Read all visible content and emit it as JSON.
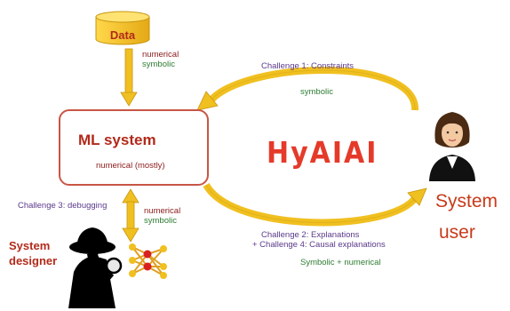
{
  "data_store": {
    "label": "Data"
  },
  "data_types": {
    "numerical": "numerical",
    "symbolic": "symbolic"
  },
  "ml_system": {
    "title": "ML system",
    "subtitle": "numerical (mostly)"
  },
  "lower_types": {
    "numerical": "numerical",
    "symbolic": "symbolic"
  },
  "challenges": {
    "c1": "Challenge 1: Constraints",
    "c1_type": "symbolic",
    "c2": "Challenge 2: Explanations",
    "c4": "+ Challenge 4: Causal explanations",
    "c24_type": "Symbolic + numerical",
    "c3": "Challenge 3: debugging"
  },
  "hyaiai": "HyAIAI",
  "system_user": {
    "line1": "System",
    "line2": "user"
  },
  "system_designer": {
    "line1": "System",
    "line2": "designer"
  },
  "colors": {
    "gold": "#f0c020",
    "gold_dark": "#c8950f",
    "red": "#b22a1a",
    "green": "#2e7d32",
    "purple": "#5a3a8a"
  }
}
